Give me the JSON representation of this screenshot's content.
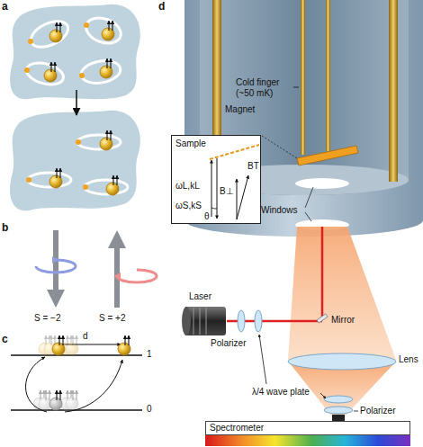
{
  "diagram": {
    "nodes": [
      {
        "text": [
          "Sample",
          "ωL,kL",
          "ωS,kS",
          "θ",
          "B⊥",
          "BT"
        ]
      },
      {
        "text": [
          "Spectrometer"
        ]
      }
    ],
    "labels": [
      "a",
      "b",
      "S = −2",
      "S = +2",
      "c",
      "d",
      "1",
      "0",
      "d",
      "Cold finger (~50 mK)",
      "Magnet",
      "Windows",
      "Laser",
      "Polarizer",
      "Mirror",
      "Lens",
      "λ/4 wave plate",
      "Polarizer"
    ]
  }
}
